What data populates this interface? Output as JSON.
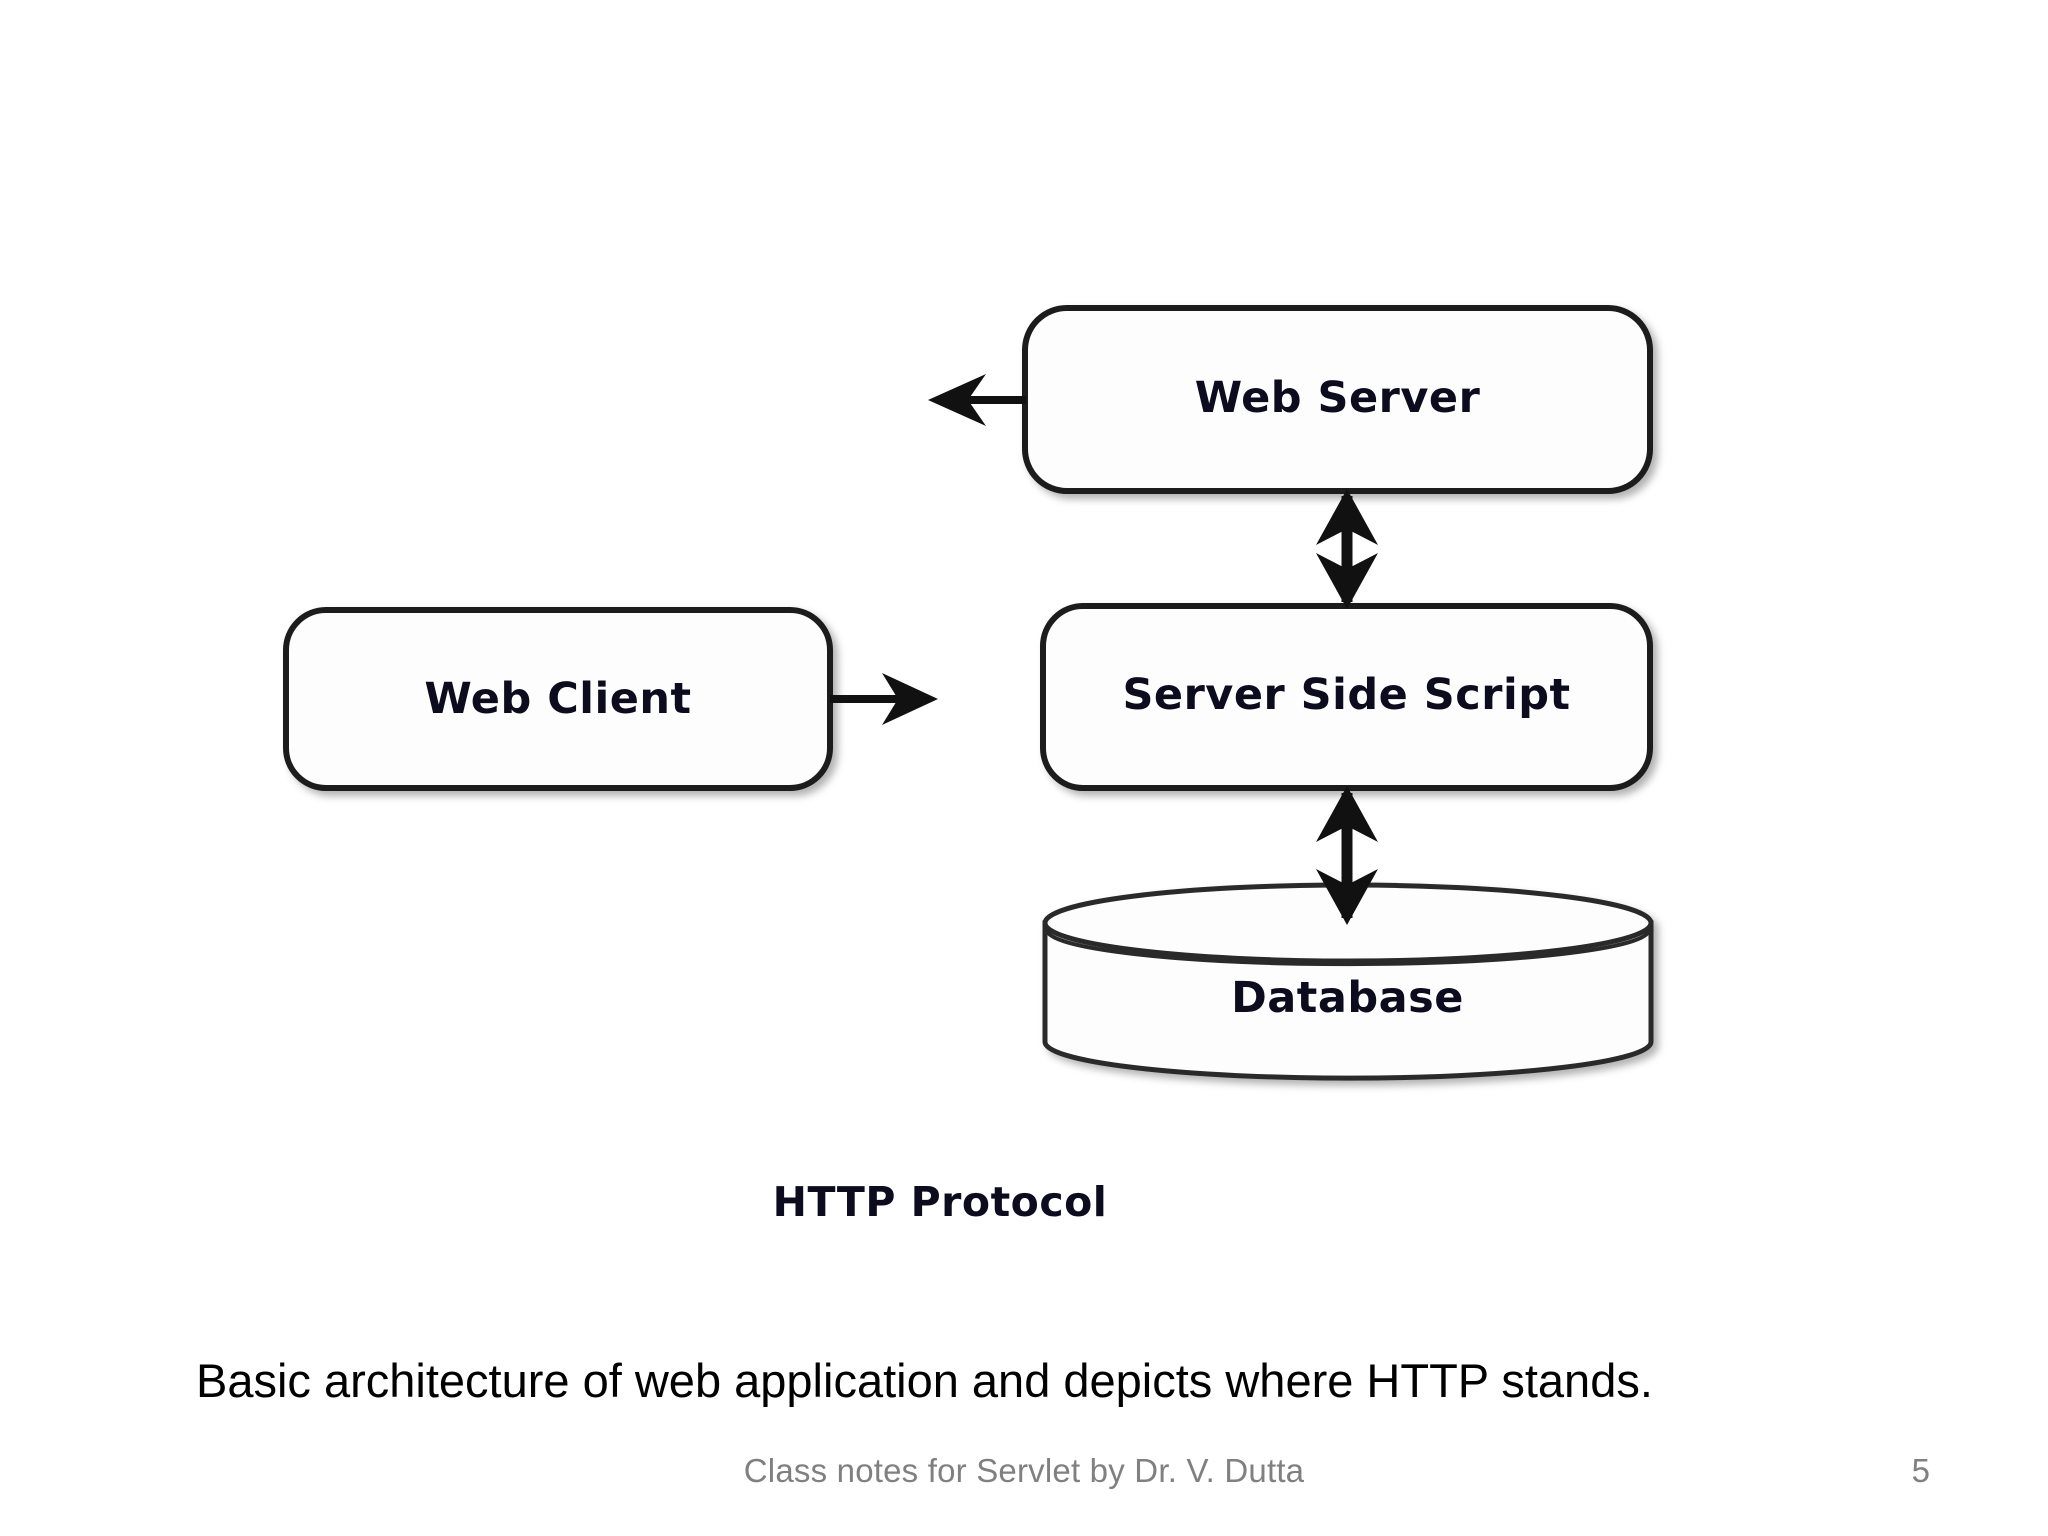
{
  "slide": {
    "page_number": "5",
    "caption": "Basic architecture of web application and depicts where HTTP stands.",
    "footer_note": "Class notes for Servlet by Dr. V. Dutta",
    "background_color": "#FFFFFF",
    "text_color": "#000000",
    "footer_color": "#808080",
    "stroke_color": "#1A1A1A"
  },
  "diagram": {
    "type": "block-architecture",
    "title": "Basic web application architecture",
    "boundary": {
      "name": "http-protocol-boundary",
      "label": "HTTP Protocol",
      "orientation": "vertical"
    },
    "nodes": [
      {
        "id": "web-client",
        "label": "Web Client",
        "shape": "rounded-rectangle"
      },
      {
        "id": "web-server",
        "label": "Web Server",
        "shape": "rounded-rectangle"
      },
      {
        "id": "server-side-script",
        "label": "Server Side Script",
        "shape": "rounded-rectangle"
      },
      {
        "id": "database",
        "label": "Database",
        "shape": "cylinder"
      }
    ],
    "edges": [
      {
        "from": "web-client",
        "to": "http-protocol-boundary",
        "direction": "forward",
        "arrow": "single"
      },
      {
        "from": "web-server",
        "to": "http-protocol-boundary",
        "direction": "forward",
        "arrow": "single"
      },
      {
        "from": "web-server",
        "to": "server-side-script",
        "direction": "both",
        "arrow": "double"
      },
      {
        "from": "server-side-script",
        "to": "database",
        "direction": "both",
        "arrow": "double"
      }
    ]
  }
}
